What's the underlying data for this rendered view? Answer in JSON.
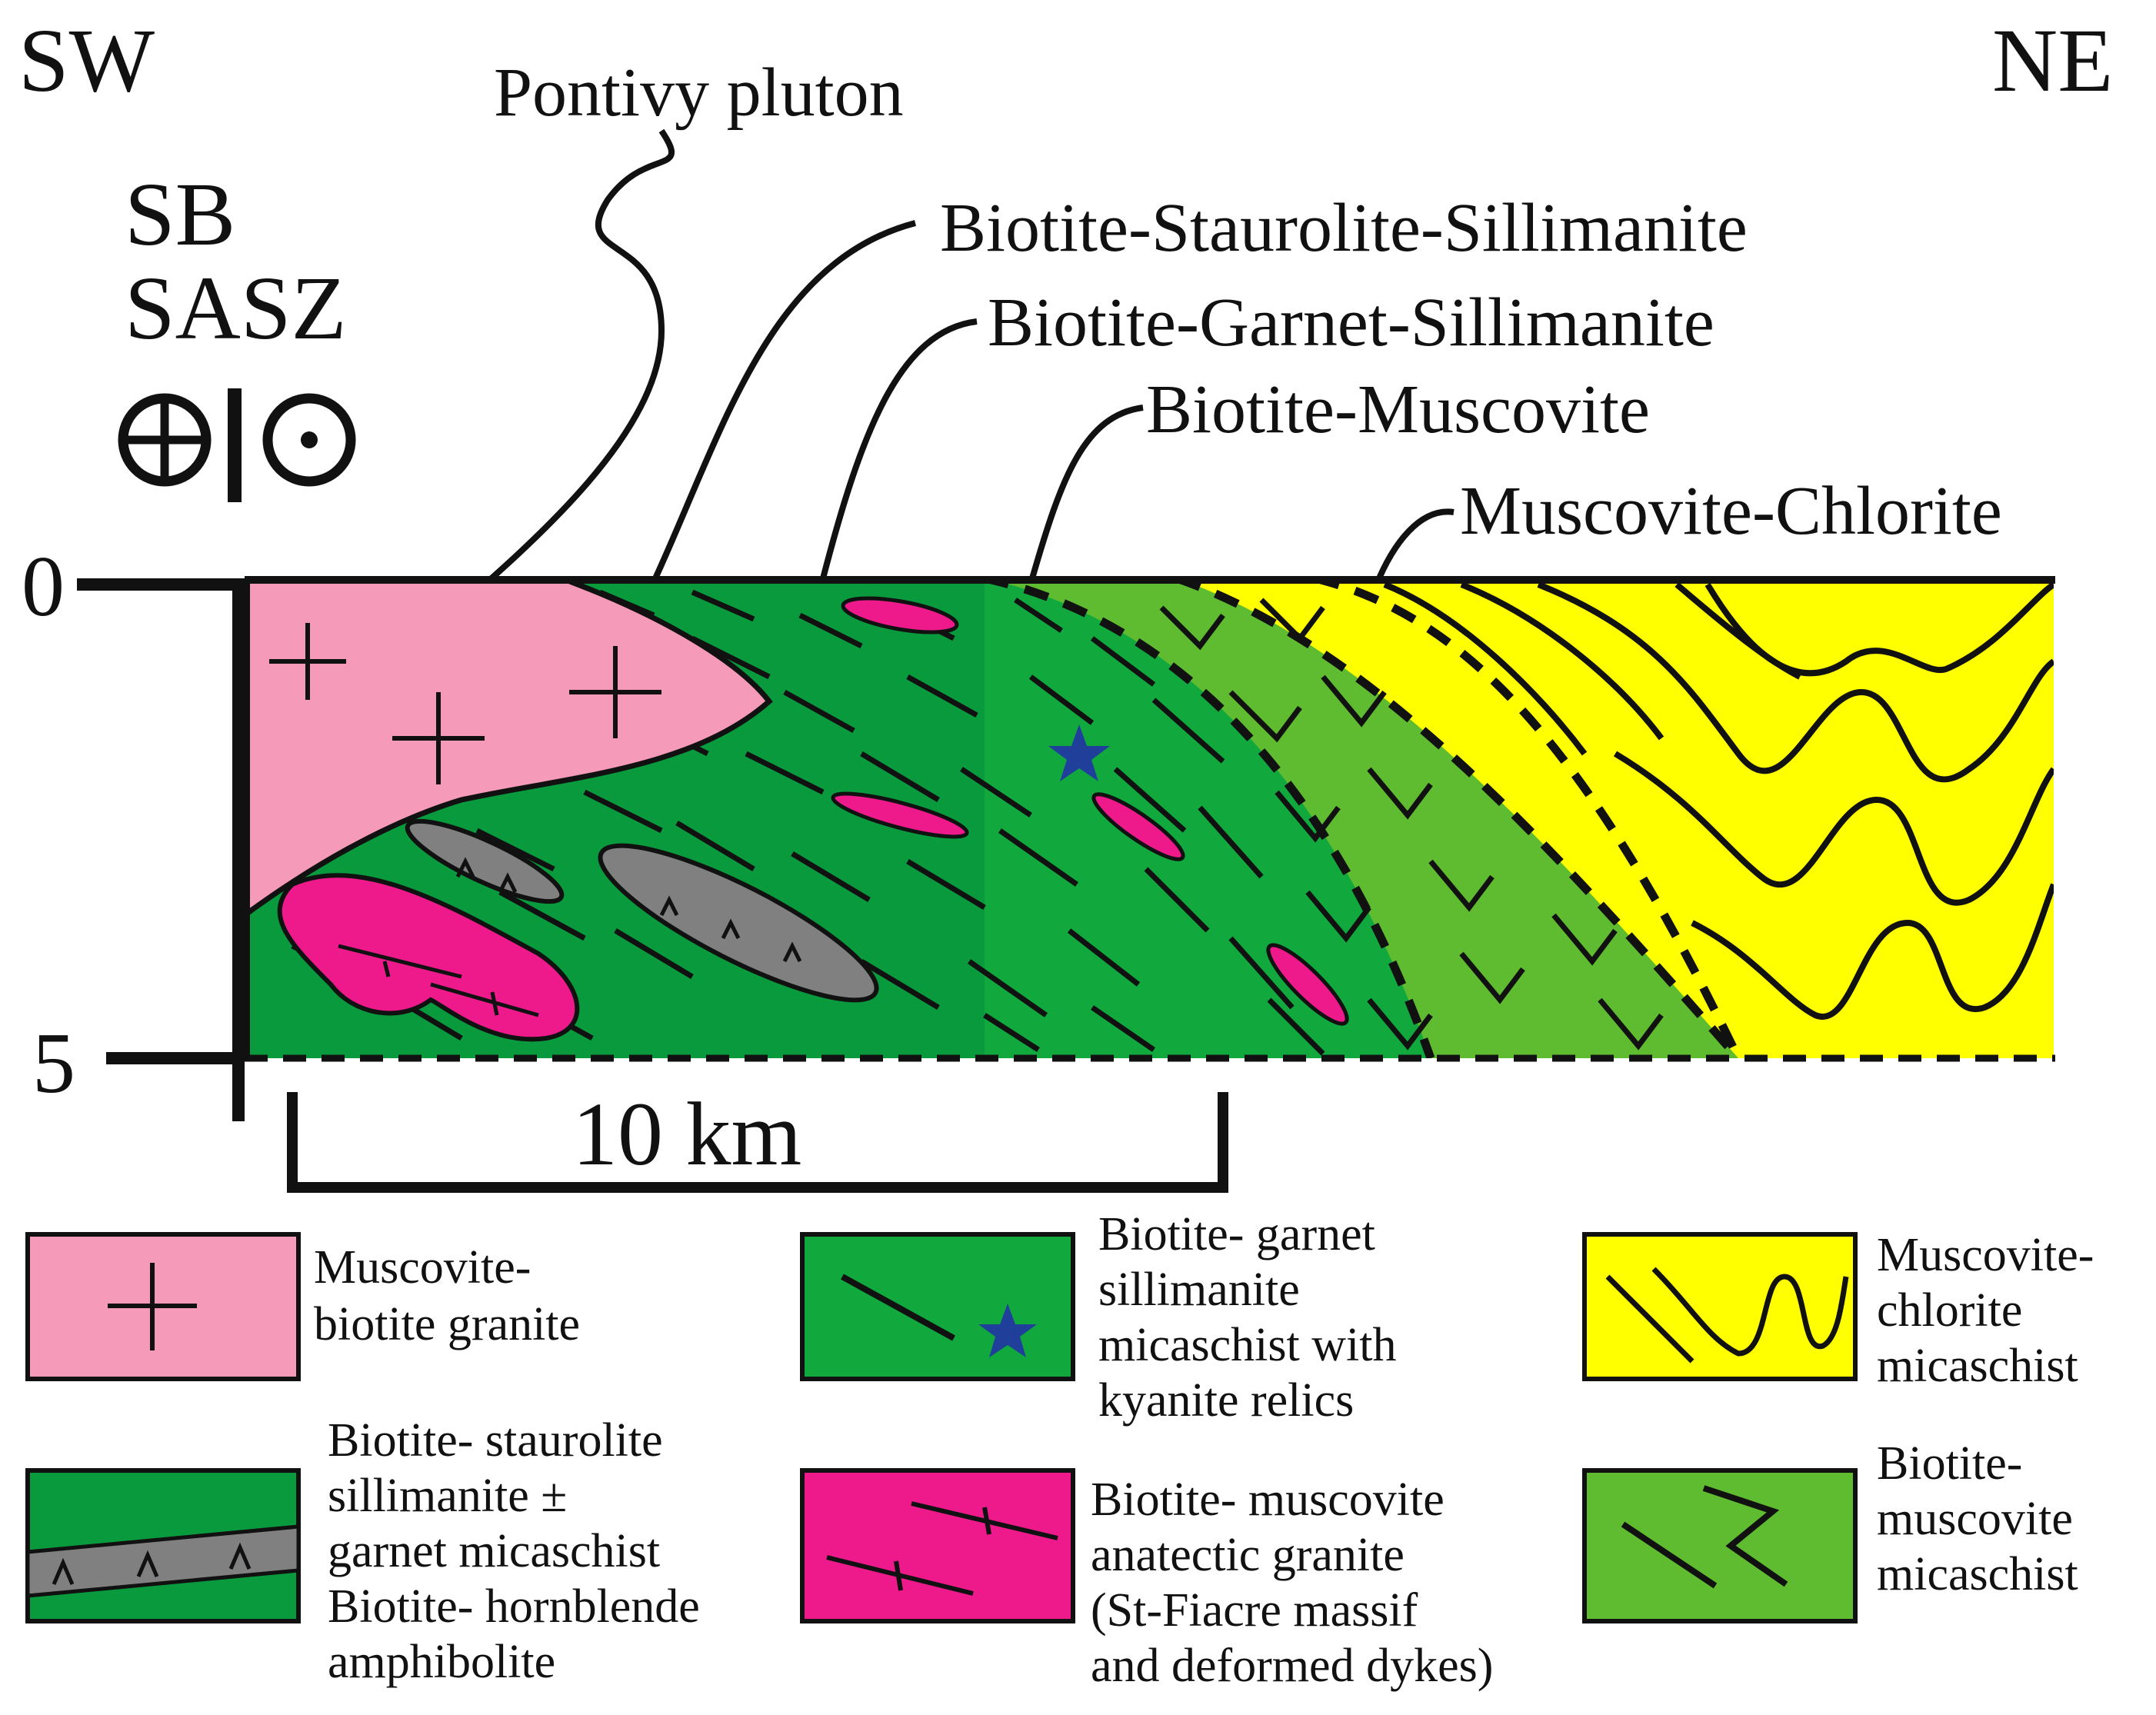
{
  "orientation": {
    "left": "SW",
    "right": "NE"
  },
  "shear_zone": {
    "line1": "SB",
    "line2": "SASZ",
    "symbols": [
      "cross-circle-icon",
      "vertical-bar-icon",
      "dot-circle-icon"
    ]
  },
  "depth_axis": {
    "top": "0",
    "bottom": "5"
  },
  "scale_bar": {
    "label": "10 km"
  },
  "zones": {
    "pluton": "Pontivy pluton",
    "z1": "Biotite-Staurolite-Sillimanite",
    "z2": "Biotite-Garnet-Sillimanite",
    "z3": "Biotite-Muscovite",
    "z4": "Muscovite-Chlorite"
  },
  "colors": {
    "granite": "#f59ab8",
    "dark_green": "#0a9a3e",
    "mid_green": "#11a83e",
    "light_green": "#5fbb2f",
    "yellow": "#ffff00",
    "anatectic": "#ee1a8c",
    "amphibolite": "#808080",
    "star": "#1f3f9a"
  },
  "legend": [
    {
      "key": "granite",
      "lines": [
        "Muscovite-",
        "biotite granite"
      ]
    },
    {
      "key": "gsm",
      "lines": [
        "Biotite- garnet",
        "sillimanite",
        "micaschist with",
        "kyanite relics"
      ]
    },
    {
      "key": "mcm",
      "lines": [
        "Muscovite-",
        "chlorite",
        "micaschist"
      ]
    },
    {
      "key": "bss",
      "lines": [
        "Biotite- staurolite",
        "sillimanite ±",
        "garnet micaschist",
        "Biotite- hornblende",
        "amphibolite"
      ]
    },
    {
      "key": "anatectic",
      "lines": [
        "Biotite- muscovite",
        "anatectic granite",
        "(St-Fiacre massif",
        "and deformed dykes)"
      ]
    },
    {
      "key": "bmm",
      "lines": [
        "Biotite-",
        "muscovite",
        "micaschist"
      ]
    }
  ]
}
